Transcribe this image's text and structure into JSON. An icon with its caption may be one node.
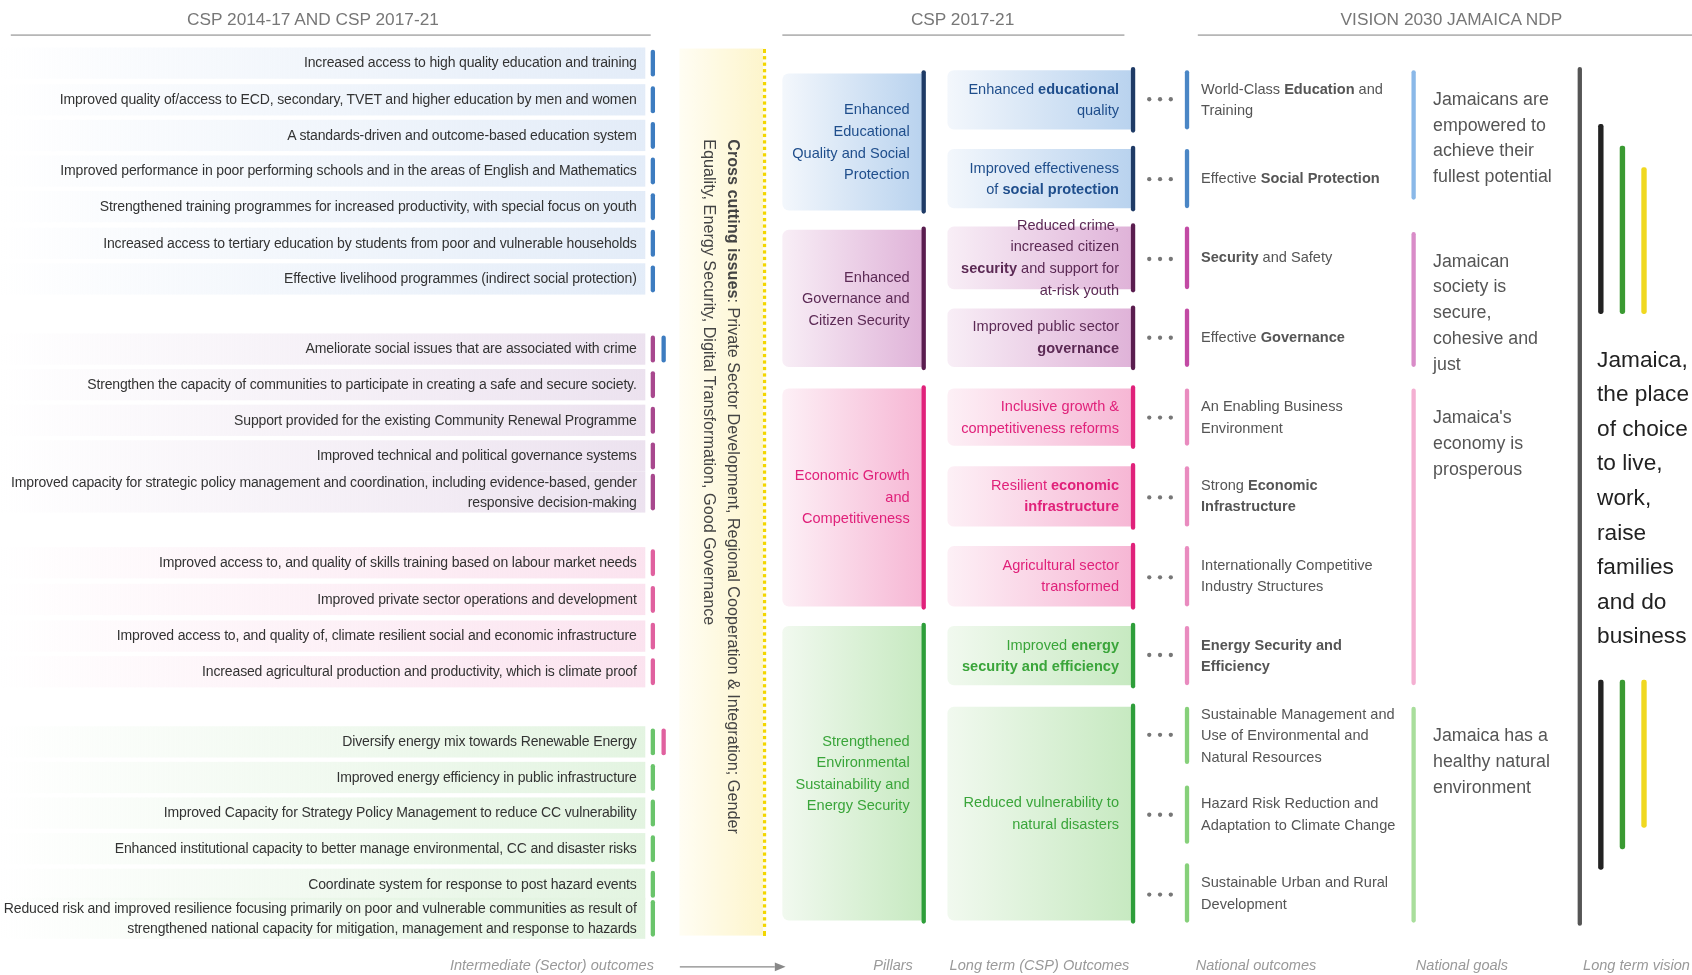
{
  "diagram": {
    "nodes": [
      {
        "text": [
          "Increased access to high quality education and training"
        ]
      },
      {
        "text": [
          "Improved quality of/access to ECD, secondary, TVET and higher education by men and women"
        ]
      },
      {
        "text": [
          "A standards-driven and outcome-based education system"
        ]
      },
      {
        "text": [
          "Improved performance in poor performing schools and in the areas of English and Mathematics"
        ]
      },
      {
        "text": [
          "Strengthened training programmes for increased productivity, with special focus on youth"
        ]
      },
      {
        "text": [
          "Increased access to tertiary education by students from poor and vulnerable households"
        ]
      },
      {
        "text": [
          "Effective livelihood programmes (indirect social protection)"
        ]
      },
      {
        "text": [
          "Ameliorate social issues that are associated with crime"
        ]
      },
      {
        "text": [
          "Strengthen the capacity of communities to participate in creating a safe and secure society."
        ]
      },
      {
        "text": [
          "Support provided for the existing Community Renewal Programme"
        ]
      },
      {
        "text": [
          "Improved technical and political governance systems"
        ]
      },
      {
        "text": [
          "Improved capacity for strategic policy management and coordination, including evidence-based, gender responsive decision-making"
        ]
      },
      {
        "text": [
          "Improved access to, and quality of skills training based on labour market needs"
        ]
      },
      {
        "text": [
          "Improved private sector operations and development"
        ]
      },
      {
        "text": [
          "Improved access to, and quality of, climate resilient social and economic infrastructure"
        ]
      },
      {
        "text": [
          "Increased agricultural production and productivity, which is climate proof"
        ]
      },
      {
        "text": [
          "Diversify energy mix towards Renewable Energy"
        ]
      },
      {
        "text": [
          "Improved energy efficiency in public infrastructure"
        ]
      },
      {
        "text": [
          "Improved Capacity for Strategy Policy Management to reduce CC vulnerability"
        ]
      },
      {
        "text": [
          "Enhanced institutional capacity to better manage environmental, CC and disaster risks"
        ]
      },
      {
        "text": [
          "Coordinate system for response to post hazard events"
        ]
      },
      {
        "text": [
          "Reduced risk and improved resilience focusing primarily on poor and vulnerable communities as result of strengthened national capacity for mitigation, management and response to hazards"
        ]
      },
      {
        "text": [
          "**Cross cutting issues**: Private Sector Development, Regional Cooperation & Integration; Gender Equality, Energy Security, Digital Transformation, Good Governance"
        ]
      },
      {
        "text": [
          "Enhanced Educational Quality and Social Protection"
        ]
      },
      {
        "text": [
          "Enhanced Governance and Citizen Security"
        ]
      },
      {
        "text": [
          "Economic Growth and Competitiveness"
        ]
      },
      {
        "text": [
          "Strengthened Environmental Sustainability and Energy Security"
        ]
      },
      {
        "text": [
          "Enhanced **educational** quality"
        ]
      },
      {
        "text": [
          "Improved effectiveness of **social protection**"
        ]
      },
      {
        "text": [
          "Reduced crime, increased citizen **security** and support for at-risk youth"
        ]
      },
      {
        "text": [
          "Improved public sector **governance**"
        ]
      },
      {
        "text": [
          "Inclusive growth & competitiveness reforms"
        ]
      },
      {
        "text": [
          "Resilient **economic infrastructure**"
        ]
      },
      {
        "text": [
          "Agricultural sector transformed"
        ]
      },
      {
        "text": [
          "Improved **energy security and efficiency**"
        ]
      },
      {
        "text": [
          "Reduced vulnerability to natural disasters"
        ]
      },
      {
        "text": [
          "World-Class **Education** and Training"
        ]
      },
      {
        "text": [
          "Effective **Social Protection**"
        ]
      },
      {
        "text": [
          "**Security** and Safety"
        ]
      },
      {
        "text": [
          "Effective **Governance**"
        ]
      },
      {
        "text": [
          "An Enabling Business Environment"
        ]
      },
      {
        "text": [
          "Strong **Economic Infrastructure**"
        ]
      },
      {
        "text": [
          "Internationally Competitive Industry Structures"
        ]
      },
      {
        "text": [
          "Energy Security and Efficiency"
        ]
      },
      {
        "text": [
          "Sustainable Management and Use of Environmental and Natural Resources"
        ]
      },
      {
        "text": [
          "Hazard Risk Reduction and Adaptation to Climate Change"
        ]
      },
      {
        "text": [
          "Sustainable Urban and Rural Development"
        ]
      },
      {
        "text": [
          "Jamaicans are empowered to achieve their fullest potential"
        ]
      },
      {
        "text": [
          "Jamaican society is secure, cohesive and just"
        ]
      },
      {
        "text": [
          "Jamaica's economy is prosperous"
        ]
      },
      {
        "text": [
          "Jamaica has a healthy natural environment"
        ]
      },
      {
        "text": [
          "Jamaica, the place of choice to live, work, raise families and do business"
        ]
      }
    ],
    "labels": [
      "CSP 2014-17 AND CSP 2017-21",
      "CSP 2017-21",
      "VISION 2030 JAMAICA NDP",
      "Intermediate (Sector) outcomes",
      "Pillars",
      "Long term (CSP) Outcomes",
      "National outcomes",
      "National goals",
      "Long term vision"
    ]
  }
}
